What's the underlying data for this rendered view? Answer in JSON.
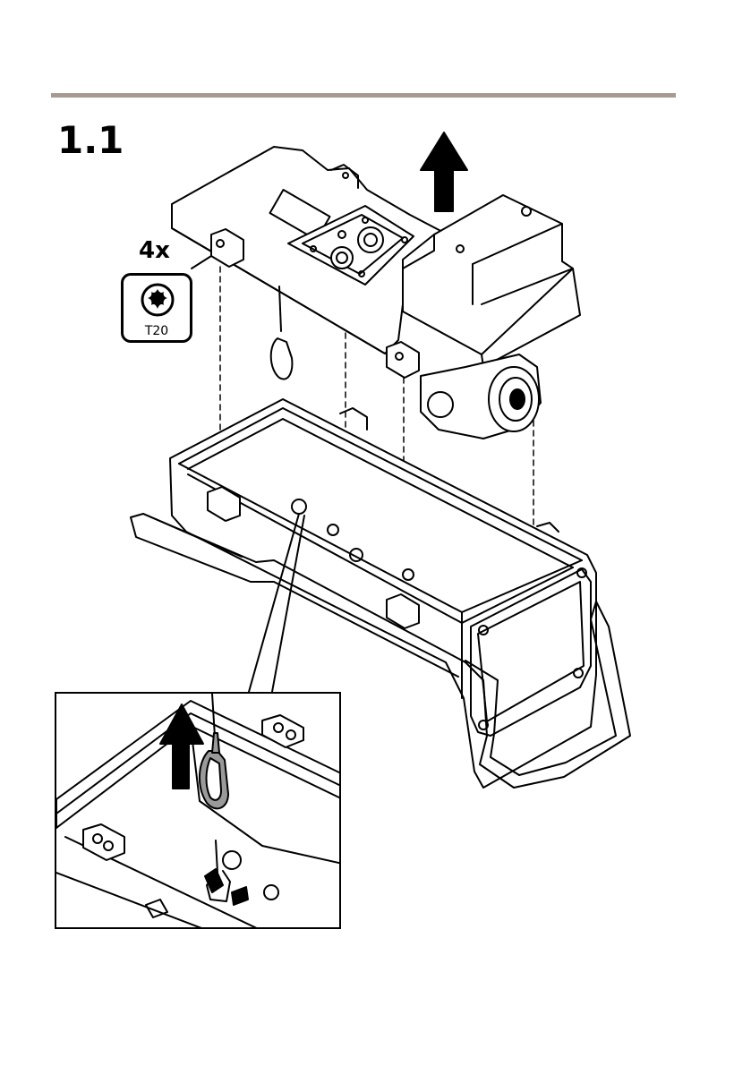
{
  "step": {
    "number": "1.1"
  },
  "callout": {
    "quantity": "4x",
    "tool_label": "T20",
    "tool_icon": "torx-bit-icon"
  },
  "icons": {
    "lift_arrow": "arrow-up-icon",
    "inset_arrow": "arrow-up-icon"
  },
  "colors": {
    "rule": "#a89a90",
    "line": "#000000"
  }
}
